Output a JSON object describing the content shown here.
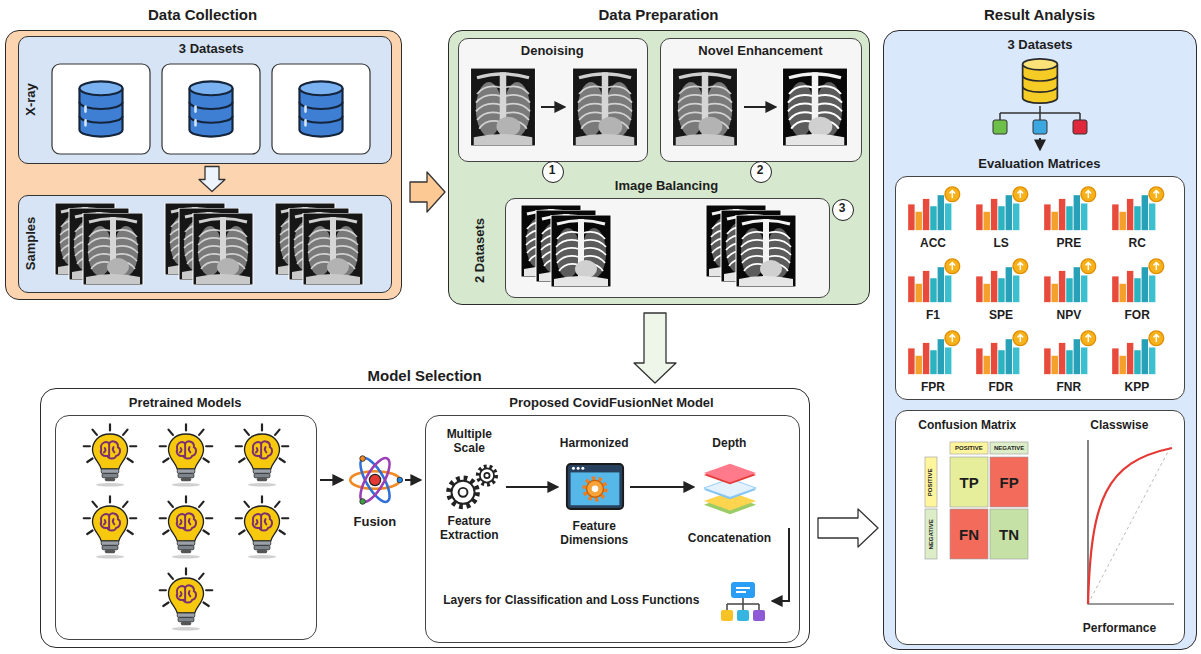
{
  "diagram": {
    "nodes": [
      {
        "text": [
          "Data Collection"
        ]
      },
      {
        "text": [
          "3 Datasets",
          "X-ray"
        ],
        "in": 0
      },
      {
        "text": [
          "Samples"
        ],
        "in": 0
      },
      {
        "text": [
          "Data Preparation"
        ]
      },
      {
        "text": [
          "Denoising"
        ],
        "in": 3
      },
      {
        "text": [
          "Novel Enhancement"
        ],
        "in": 3
      },
      {
        "text": [
          "1"
        ],
        "in": 3
      },
      {
        "text": [
          "2"
        ],
        "in": 3
      },
      {
        "text": [
          "Image Balancing"
        ],
        "in": 3
      },
      {
        "text": [
          "3"
        ],
        "in": 3
      },
      {
        "text": [
          "Model Selection"
        ]
      },
      {
        "text": [
          "Pretrained Models"
        ],
        "in": 10
      },
      {
        "text": [
          "Proposed CovidFusionNet Model",
          "Multiple Scale",
          "Feature Extraction",
          "Harmonized",
          "Feature Dimensions",
          "Depth",
          "Concatenation",
          "Layers for Classification and Loss Functions"
        ],
        "in": 10
      },
      {
        "text": [
          "Result Analysis"
        ]
      },
      {
        "text": [
          "Evaluation Matrices"
        ],
        "in": 13
      },
      {
        "text": [
          "Confusion Matrix",
          "Classwise",
          "Performance"
        ],
        "in": 13
      }
    ],
    "edges": [
      {
        "from": 0,
        "to": 3,
        "arrow": "to"
      },
      {
        "from": 1,
        "to": 2,
        "arrow": "to"
      },
      {
        "from": 3,
        "to": 10,
        "arrow": "to"
      },
      {
        "from": 10,
        "to": 13,
        "arrow": "to"
      }
    ],
    "labels": [
      "2 Datasets",
      "Fusion",
      "3 Datasets",
      "ACC",
      "LS",
      "PRE",
      "RC",
      "F1",
      "SPE",
      "NPV",
      "FOR",
      "FPR",
      "FDR",
      "FNR",
      "KPP",
      "POSITIVE",
      "NEGATIVE",
      "POSITIVE",
      "NEGATIVE",
      "TP",
      "FP",
      "FN",
      "TN"
    ]
  }
}
